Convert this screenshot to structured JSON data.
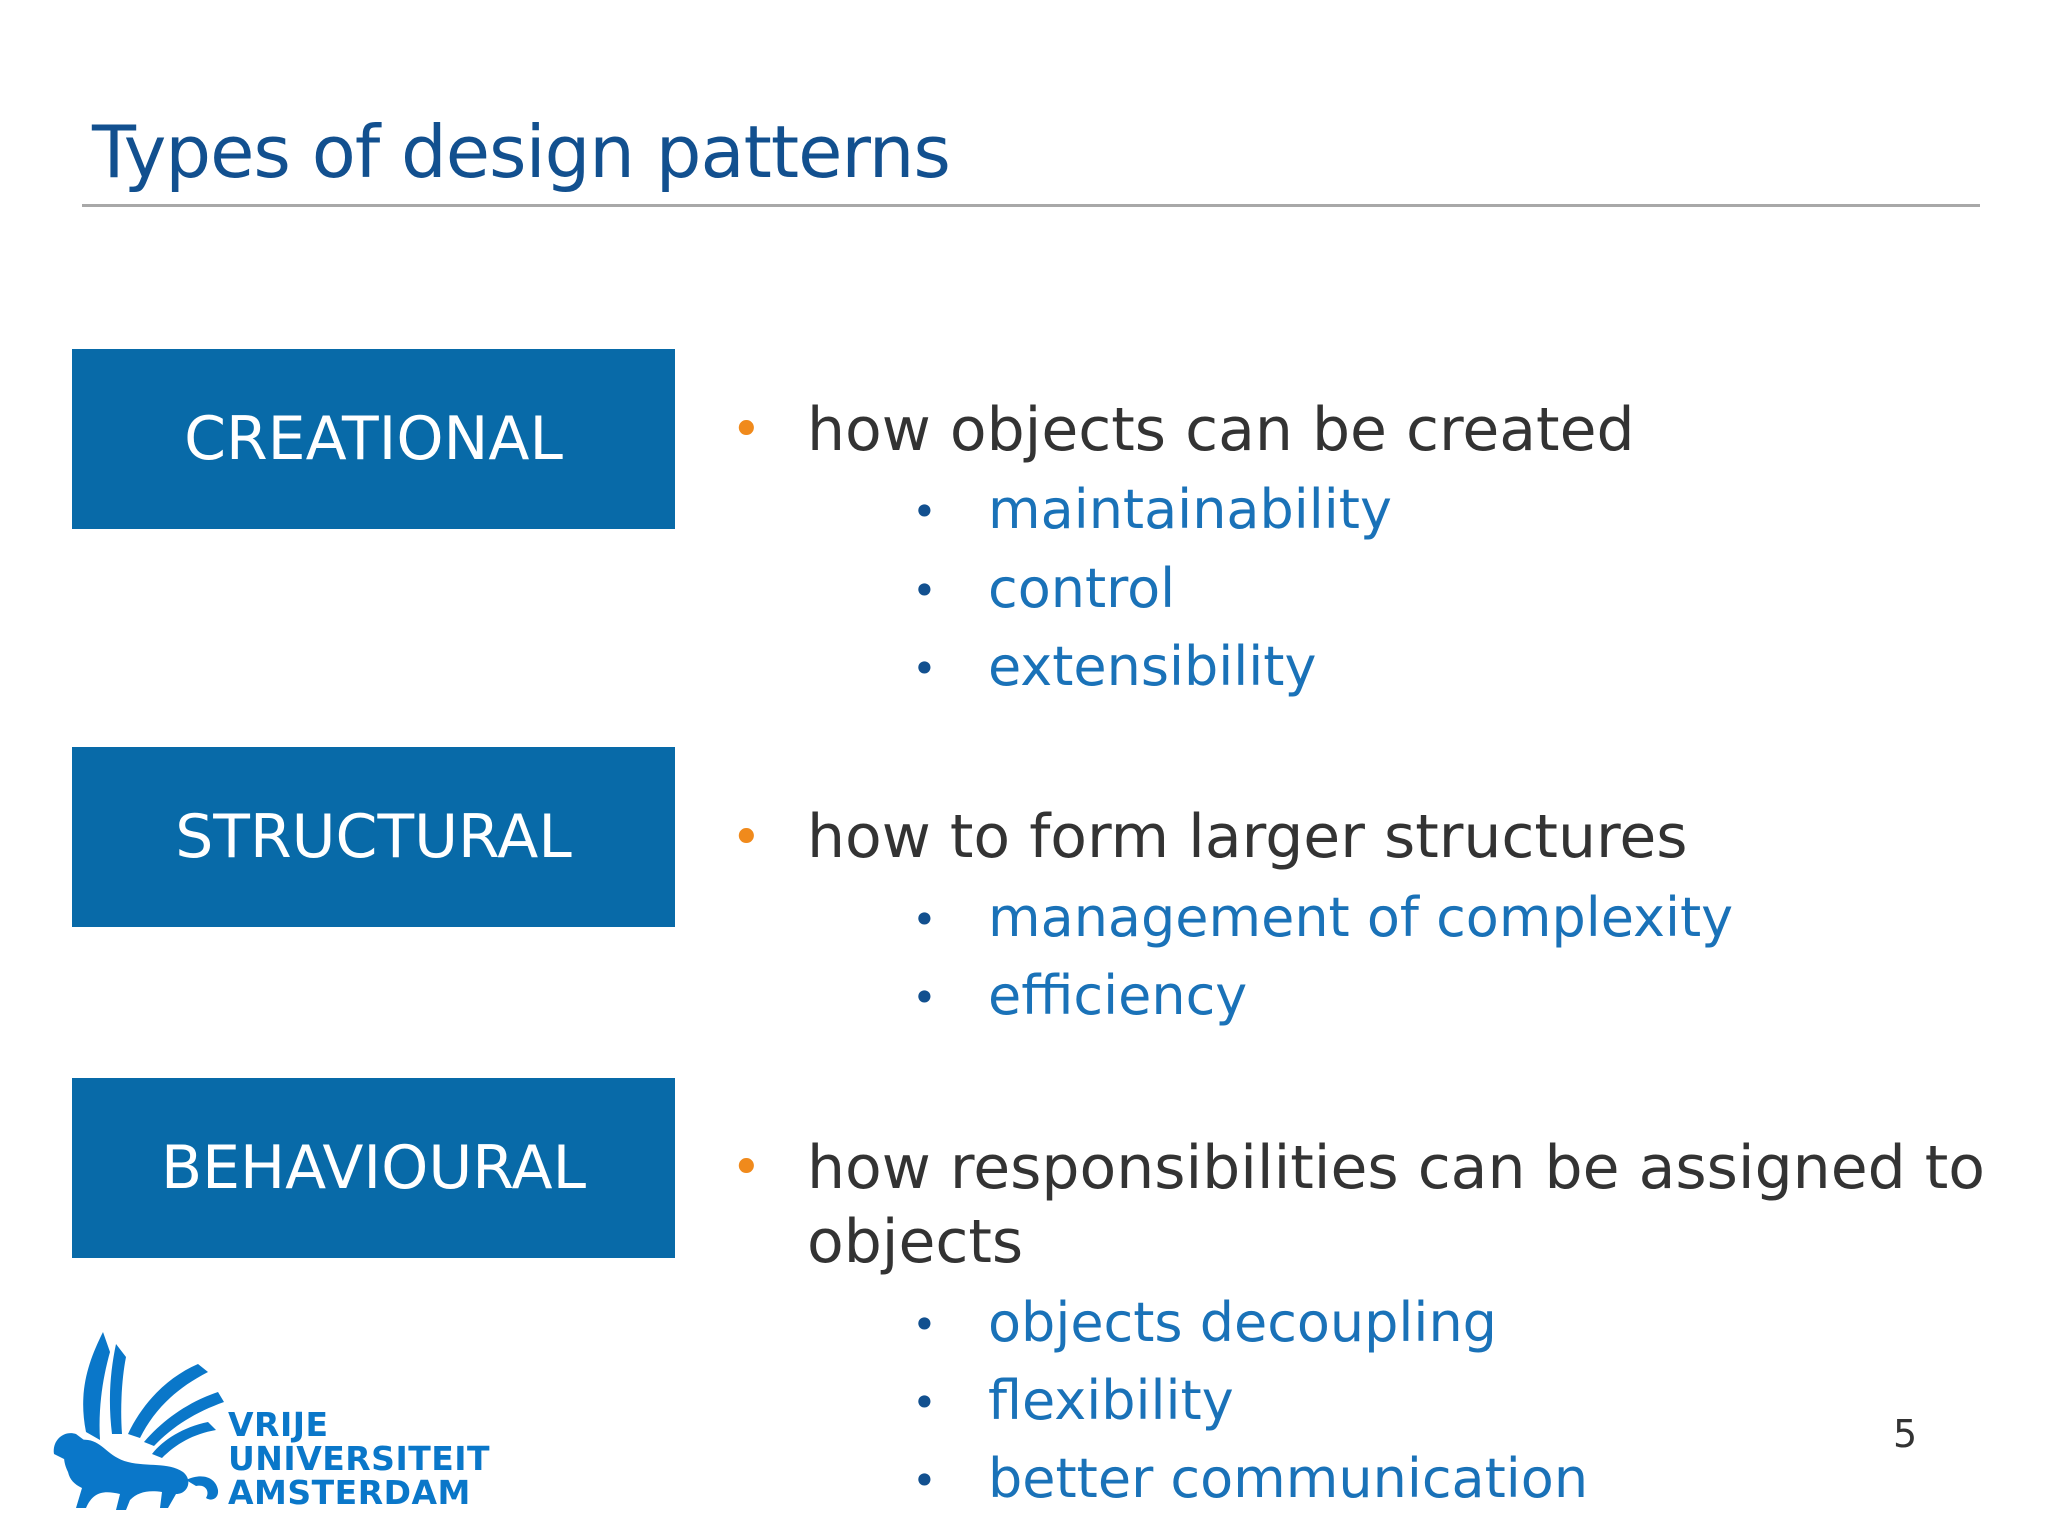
{
  "title": "Types of design patterns",
  "page_number": "5",
  "colors": {
    "title": "#12508f",
    "box": "#086aa8",
    "accent_bullet": "#f08a1c",
    "sub_text": "#1a72b8",
    "body_text": "#333333"
  },
  "bullet_glyph": "•",
  "categories": [
    {
      "label": "CREATIONAL",
      "description": "how objects can be created",
      "points": [
        "maintainability",
        "control",
        "extensibility"
      ]
    },
    {
      "label": "STRUCTURAL",
      "description": "how to form larger structures",
      "points": [
        "management of complexity",
        "efficiency"
      ]
    },
    {
      "label": "BEHAVIOURAL",
      "description_lines": [
        "how responsibilities can be assigned to",
        "objects"
      ],
      "points": [
        "objects decoupling",
        "flexibility",
        "better communication"
      ]
    }
  ],
  "logo": {
    "icon": "griffin-icon",
    "lines": [
      "VRIJE",
      "UNIVERSITEIT",
      "AMSTERDAM"
    ]
  }
}
